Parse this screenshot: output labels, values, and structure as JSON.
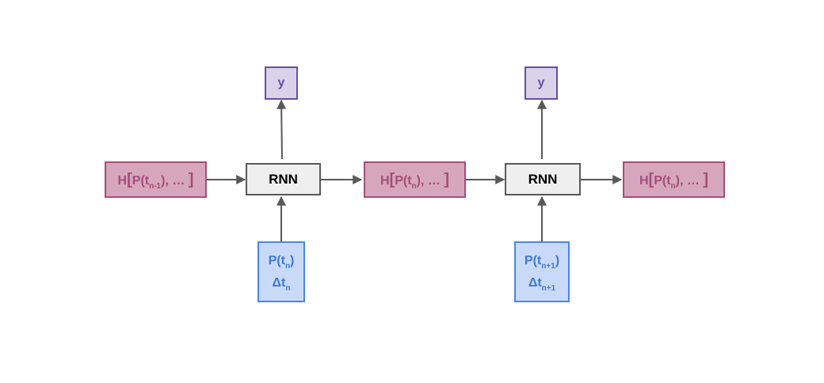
{
  "diagram": {
    "nodes": {
      "h_prev": {
        "prefix": "H",
        "open": "[",
        "fn": "P(t",
        "sub": "n-1",
        "tail": "), … ",
        "close": "]"
      },
      "h_mid": {
        "prefix": "H",
        "open": "[",
        "fn": "P(t",
        "sub": "n",
        "tail": "), … ",
        "close": "]"
      },
      "h_next": {
        "prefix": "H",
        "open": "[",
        "fn": "P(t",
        "sub": "n",
        "tail": "), … ",
        "close": "]"
      },
      "rnn_1": {
        "label": "RNN"
      },
      "rnn_2": {
        "label": "RNN"
      },
      "y_1": {
        "label": "y"
      },
      "y_2": {
        "label": "y"
      },
      "p_1": {
        "line1": "P(t",
        "line1_sub": "n",
        "line1_tail": ")",
        "line2": "Δt",
        "line2_sub": "n"
      },
      "p_2": {
        "line1": "P(t",
        "line1_sub": "n+1",
        "line1_tail": ")",
        "line2": "Δt",
        "line2_sub": "n+1"
      }
    },
    "edges": [
      {
        "from": "h_prev",
        "to": "rnn_1"
      },
      {
        "from": "rnn_1",
        "to": "h_mid"
      },
      {
        "from": "h_mid",
        "to": "rnn_2"
      },
      {
        "from": "rnn_2",
        "to": "h_next"
      },
      {
        "from": "p_1",
        "to": "rnn_1"
      },
      {
        "from": "p_2",
        "to": "rnn_2"
      },
      {
        "from": "rnn_1",
        "to": "y_1"
      },
      {
        "from": "rnn_2",
        "to": "y_2"
      }
    ],
    "colors": {
      "hidden_fill": "#d5a6bd",
      "hidden_border": "#a64d79",
      "rnn_fill": "#efefef",
      "rnn_border": "#595959",
      "output_fill": "#d9d2e9",
      "output_border": "#674ea7",
      "input_fill": "#c9daf8",
      "input_border": "#4a86e8",
      "arrow": "#595959"
    }
  }
}
